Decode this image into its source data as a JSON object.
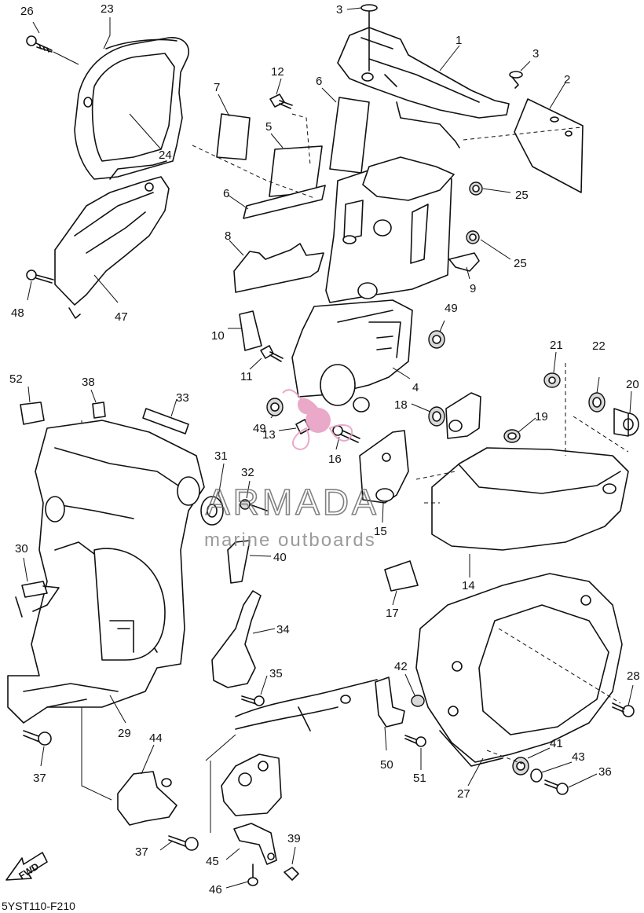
{
  "diagram": {
    "callouts": [
      {
        "id": "c1",
        "text": "1"
      },
      {
        "id": "c2",
        "text": "2"
      },
      {
        "id": "c3a",
        "text": "3"
      },
      {
        "id": "c3b",
        "text": "3"
      },
      {
        "id": "c4",
        "text": "4"
      },
      {
        "id": "c5",
        "text": "5"
      },
      {
        "id": "c6a",
        "text": "6"
      },
      {
        "id": "c6b",
        "text": "6"
      },
      {
        "id": "c7",
        "text": "7"
      },
      {
        "id": "c8",
        "text": "8"
      },
      {
        "id": "c9",
        "text": "9"
      },
      {
        "id": "c10",
        "text": "10"
      },
      {
        "id": "c11",
        "text": "11"
      },
      {
        "id": "c12",
        "text": "12"
      },
      {
        "id": "c13",
        "text": "13"
      },
      {
        "id": "c14",
        "text": "14"
      },
      {
        "id": "c15",
        "text": "15"
      },
      {
        "id": "c16",
        "text": "16"
      },
      {
        "id": "c17",
        "text": "17"
      },
      {
        "id": "c18",
        "text": "18"
      },
      {
        "id": "c19",
        "text": "19"
      },
      {
        "id": "c20",
        "text": "20"
      },
      {
        "id": "c21",
        "text": "21"
      },
      {
        "id": "c22",
        "text": "22"
      },
      {
        "id": "c23",
        "text": "23"
      },
      {
        "id": "c24",
        "text": "24"
      },
      {
        "id": "c25a",
        "text": "25"
      },
      {
        "id": "c25b",
        "text": "25"
      },
      {
        "id": "c26",
        "text": "26"
      },
      {
        "id": "c27",
        "text": "27"
      },
      {
        "id": "c28",
        "text": "28"
      },
      {
        "id": "c29",
        "text": "29"
      },
      {
        "id": "c30",
        "text": "30"
      },
      {
        "id": "c31",
        "text": "31"
      },
      {
        "id": "c32",
        "text": "32"
      },
      {
        "id": "c33",
        "text": "33"
      },
      {
        "id": "c34",
        "text": "34"
      },
      {
        "id": "c35",
        "text": "35"
      },
      {
        "id": "c36",
        "text": "36"
      },
      {
        "id": "c37a",
        "text": "37"
      },
      {
        "id": "c37b",
        "text": "37"
      },
      {
        "id": "c38",
        "text": "38"
      },
      {
        "id": "c39",
        "text": "39"
      },
      {
        "id": "c40",
        "text": "40"
      },
      {
        "id": "c41",
        "text": "41"
      },
      {
        "id": "c42",
        "text": "42"
      },
      {
        "id": "c43",
        "text": "43"
      },
      {
        "id": "c44",
        "text": "44"
      },
      {
        "id": "c45",
        "text": "45"
      },
      {
        "id": "c46",
        "text": "46"
      },
      {
        "id": "c47",
        "text": "47"
      },
      {
        "id": "c48",
        "text": "48"
      },
      {
        "id": "c49a",
        "text": "49"
      },
      {
        "id": "c49b",
        "text": "49"
      },
      {
        "id": "c50",
        "text": "50"
      },
      {
        "id": "c51",
        "text": "51"
      },
      {
        "id": "c52",
        "text": "52"
      }
    ],
    "reference_code": "5YST110-F210",
    "direction_label": "FWD"
  },
  "watermark": {
    "brand": "ARMADA",
    "tagline": "marine outboards",
    "accent_color": "#e79bbf"
  },
  "colors": {
    "line": "#111111",
    "shade": "#d9d9d9",
    "background": "#ffffff"
  }
}
